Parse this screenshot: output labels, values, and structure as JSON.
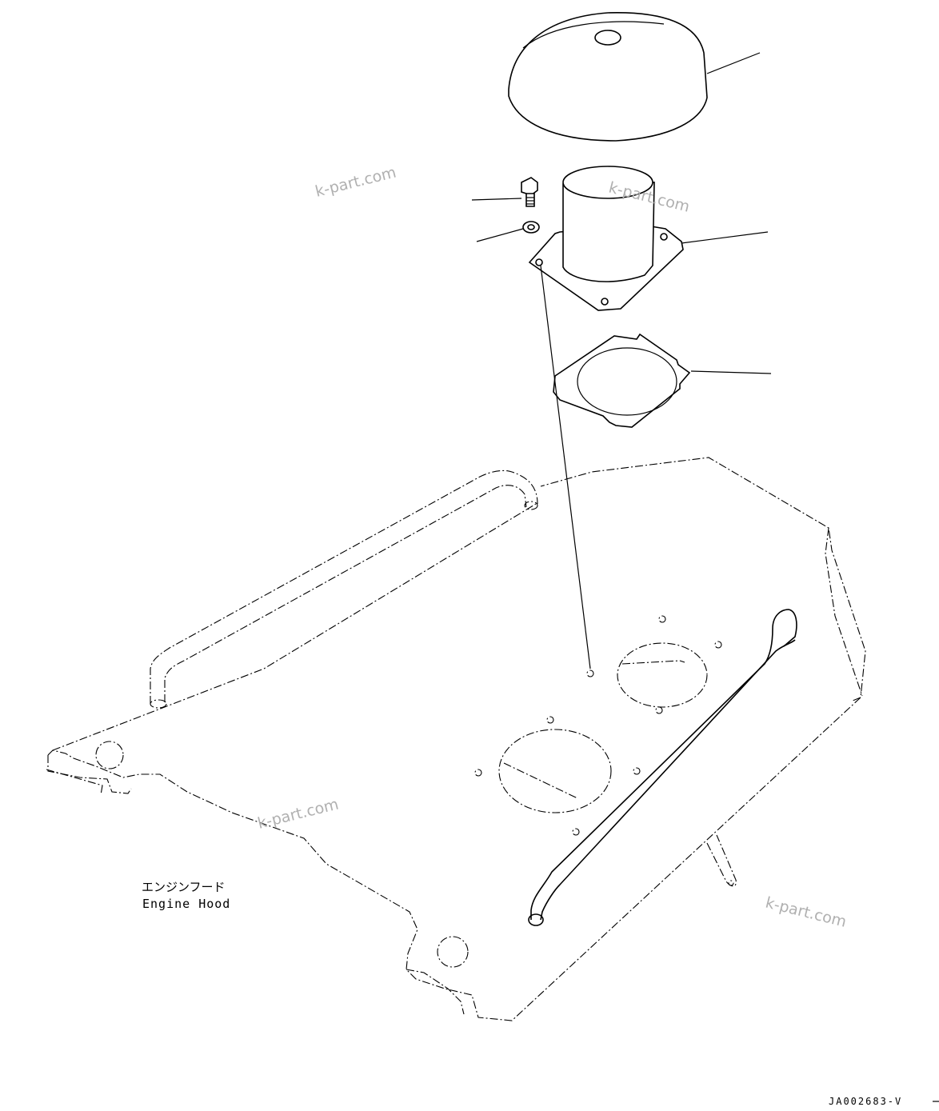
{
  "labels": {
    "part_jp": "エンジンフード",
    "part_en": "Engine Hood"
  },
  "watermarks": [
    "k-part.com",
    "k-part.com",
    "k-part.com",
    "k-part.com"
  ],
  "reference_code": "JA002683-V"
}
